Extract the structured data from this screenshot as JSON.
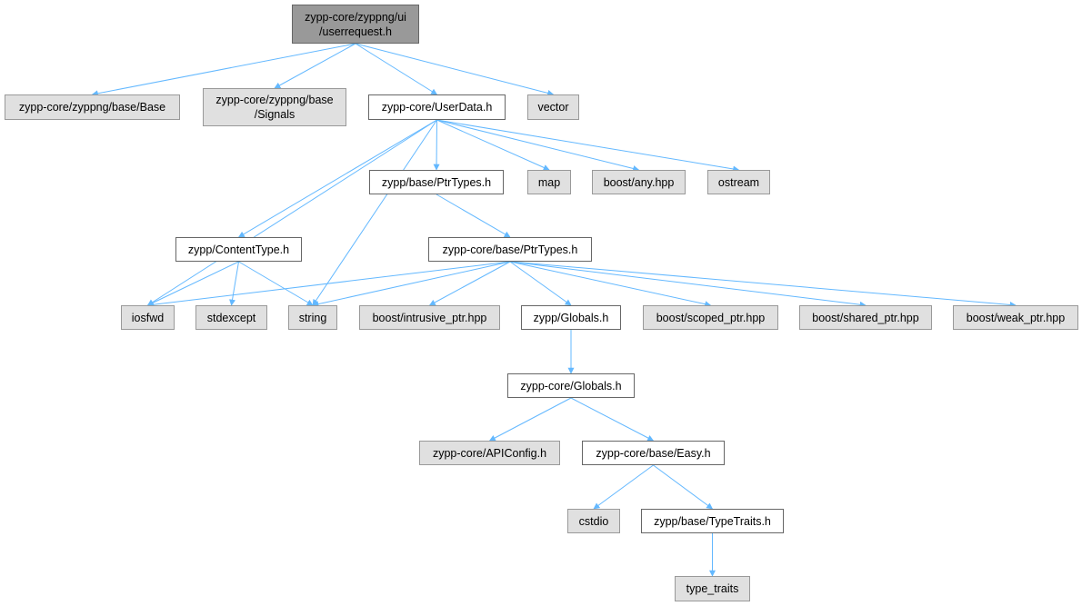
{
  "colors": {
    "edge": "#63b8ff",
    "root_fill": "#999999",
    "external_fill": "#e0e0e0",
    "internal_fill": "#ffffff"
  },
  "nodes": {
    "userrequest": {
      "label": "zypp-core/zyppng/ui\n/userrequest.h",
      "kind": "root"
    },
    "base_base": {
      "label": "zypp-core/zyppng/base/Base",
      "kind": "external"
    },
    "base_signals": {
      "label": "zypp-core/zyppng/base\n/Signals",
      "kind": "external"
    },
    "userdata": {
      "label": "zypp-core/UserData.h",
      "kind": "internal"
    },
    "vector": {
      "label": "vector",
      "kind": "external"
    },
    "zypp_ptrtypes": {
      "label": "zypp/base/PtrTypes.h",
      "kind": "internal"
    },
    "map": {
      "label": "map",
      "kind": "external"
    },
    "boost_any": {
      "label": "boost/any.hpp",
      "kind": "external"
    },
    "ostream": {
      "label": "ostream",
      "kind": "external"
    },
    "contenttype": {
      "label": "zypp/ContentType.h",
      "kind": "internal"
    },
    "core_ptrtypes": {
      "label": "zypp-core/base/PtrTypes.h",
      "kind": "internal"
    },
    "iosfwd": {
      "label": "iosfwd",
      "kind": "external"
    },
    "stdexcept": {
      "label": "stdexcept",
      "kind": "external"
    },
    "string": {
      "label": "string",
      "kind": "external"
    },
    "intrusive_ptr": {
      "label": "boost/intrusive_ptr.hpp",
      "kind": "external"
    },
    "zypp_globals": {
      "label": "zypp/Globals.h",
      "kind": "internal"
    },
    "scoped_ptr": {
      "label": "boost/scoped_ptr.hpp",
      "kind": "external"
    },
    "shared_ptr": {
      "label": "boost/shared_ptr.hpp",
      "kind": "external"
    },
    "weak_ptr": {
      "label": "boost/weak_ptr.hpp",
      "kind": "external"
    },
    "core_globals": {
      "label": "zypp-core/Globals.h",
      "kind": "internal"
    },
    "apiconfig": {
      "label": "zypp-core/APIConfig.h",
      "kind": "external"
    },
    "easy": {
      "label": "zypp-core/base/Easy.h",
      "kind": "internal"
    },
    "cstdio": {
      "label": "cstdio",
      "kind": "external"
    },
    "typetraits": {
      "label": "zypp/base/TypeTraits.h",
      "kind": "internal"
    },
    "type_traits": {
      "label": "type_traits",
      "kind": "external"
    }
  },
  "edges": [
    [
      "userrequest",
      "base_base"
    ],
    [
      "userrequest",
      "base_signals"
    ],
    [
      "userrequest",
      "userdata"
    ],
    [
      "userrequest",
      "vector"
    ],
    [
      "userdata",
      "zypp_ptrtypes"
    ],
    [
      "userdata",
      "map"
    ],
    [
      "userdata",
      "boost_any"
    ],
    [
      "userdata",
      "ostream"
    ],
    [
      "userdata",
      "contenttype"
    ],
    [
      "userdata",
      "iosfwd"
    ],
    [
      "userdata",
      "string"
    ],
    [
      "zypp_ptrtypes",
      "core_ptrtypes"
    ],
    [
      "contenttype",
      "iosfwd"
    ],
    [
      "contenttype",
      "stdexcept"
    ],
    [
      "contenttype",
      "string"
    ],
    [
      "core_ptrtypes",
      "iosfwd"
    ],
    [
      "core_ptrtypes",
      "string"
    ],
    [
      "core_ptrtypes",
      "intrusive_ptr"
    ],
    [
      "core_ptrtypes",
      "zypp_globals"
    ],
    [
      "core_ptrtypes",
      "scoped_ptr"
    ],
    [
      "core_ptrtypes",
      "shared_ptr"
    ],
    [
      "core_ptrtypes",
      "weak_ptr"
    ],
    [
      "zypp_globals",
      "core_globals"
    ],
    [
      "core_globals",
      "apiconfig"
    ],
    [
      "core_globals",
      "easy"
    ],
    [
      "easy",
      "cstdio"
    ],
    [
      "easy",
      "typetraits"
    ],
    [
      "typetraits",
      "type_traits"
    ]
  ]
}
